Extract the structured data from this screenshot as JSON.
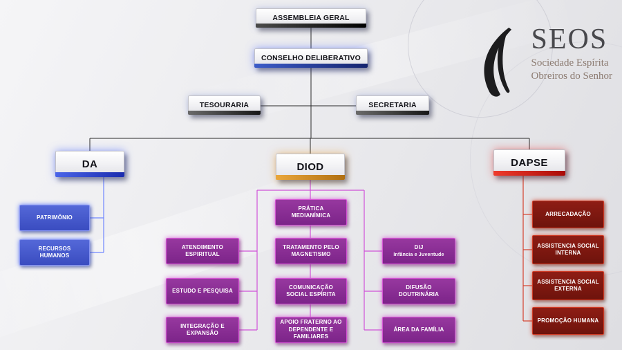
{
  "logo": {
    "title": "SEOS",
    "subtitle_line1": "Sociedade Espírita",
    "subtitle_line2": "Obreiros do Senhor"
  },
  "nodes": {
    "assembleia": {
      "label": "ASSEMBLEIA GERAL",
      "accent": "#000000"
    },
    "conselho": {
      "label": "CONSELHO DELIBERATIVO",
      "accent": "#1e3799"
    },
    "tesouraria": {
      "label": "TESOURARIA",
      "accent": "#2b2b2b"
    },
    "secretaria": {
      "label": "SECRETARIA",
      "accent": "#2b2b2b"
    },
    "da": {
      "label": "DA",
      "accent": "#2b3fd6"
    },
    "diod": {
      "label": "DIOD",
      "accent": "#d18a20"
    },
    "dapse": {
      "label": "DAPSE",
      "accent": "#d61212"
    }
  },
  "da_children": [
    {
      "label": "PATRIMÔNIO"
    },
    {
      "label": "RECURSOS HUMANOS"
    }
  ],
  "diod_children": {
    "left": [
      {
        "label": "ATENDIMENTO ESPIRITUAL"
      },
      {
        "label": "ESTUDO E PESQUISA"
      },
      {
        "label": "INTEGRAÇÃO E EXPANSÃO"
      }
    ],
    "middle": [
      {
        "label": "PRÁTICA MEDIANÍMICA"
      },
      {
        "label": "TRATAMENTO PELO MAGNETISMO"
      },
      {
        "label": "COMUNICAÇÃO SOCIAL ESPÍRITA"
      },
      {
        "label": "APOIO FRATERNO AO DEPENDENTE E FAMILIARES"
      }
    ],
    "right": [
      {
        "label": "DIJ",
        "sublabel": "Infância e Juventude"
      },
      {
        "label": "DIFUSÃO DOUTRINÁRIA"
      },
      {
        "label": "ÁREA DA FAMÍLIA"
      }
    ]
  },
  "dapse_children": [
    {
      "label": "ARRECADAÇÃO"
    },
    {
      "label": "ASSISTENCIA SOCIAL INTERNA"
    },
    {
      "label": "ASSISTENCIA SOCIAL EXTERNA"
    },
    {
      "label": "PROMOÇÃO HUMANA"
    }
  ],
  "colors": {
    "blue_box": "#3a4cc0",
    "purple_box": "#7c2489",
    "dark_red_box": "#70140d",
    "connector_black": "#2a2a2a",
    "connector_blue": "#6f86ff",
    "connector_magenta": "#d052d8",
    "connector_red": "#d4402c"
  }
}
